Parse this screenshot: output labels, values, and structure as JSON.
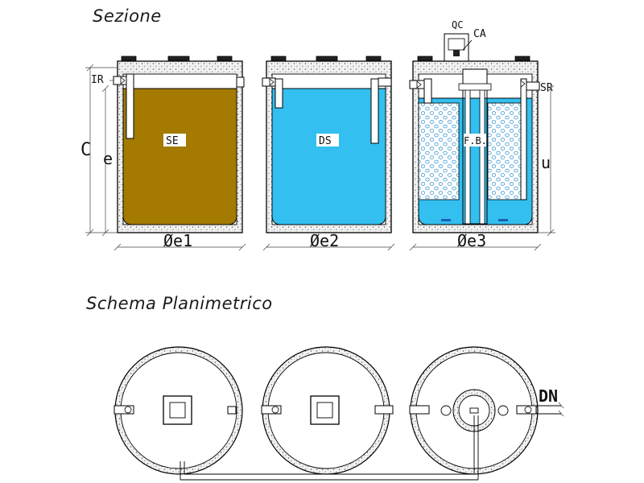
{
  "headings": {
    "section": "Sezione",
    "plan": "Schema Planimetrico"
  },
  "labels": {
    "ir": "IR",
    "sr": "SR",
    "qc": "QC",
    "ca": "CA",
    "c": "C",
    "e": "e",
    "u": "u",
    "dn": "DN"
  },
  "tanks": [
    {
      "code": "SE",
      "diameter_label": "Øe1",
      "fill_color": "#a47a00"
    },
    {
      "code": "DS",
      "diameter_label": "Øe2",
      "fill_color": "#33bff0"
    },
    {
      "code": "F.B.",
      "diameter_label": "Øe3",
      "fill_color": "#33bff0"
    }
  ],
  "colors": {
    "concrete": "#d9d9d9",
    "sediment": "#a47a00",
    "water": "#33bff0",
    "media_dots": "#2a8fd0"
  }
}
